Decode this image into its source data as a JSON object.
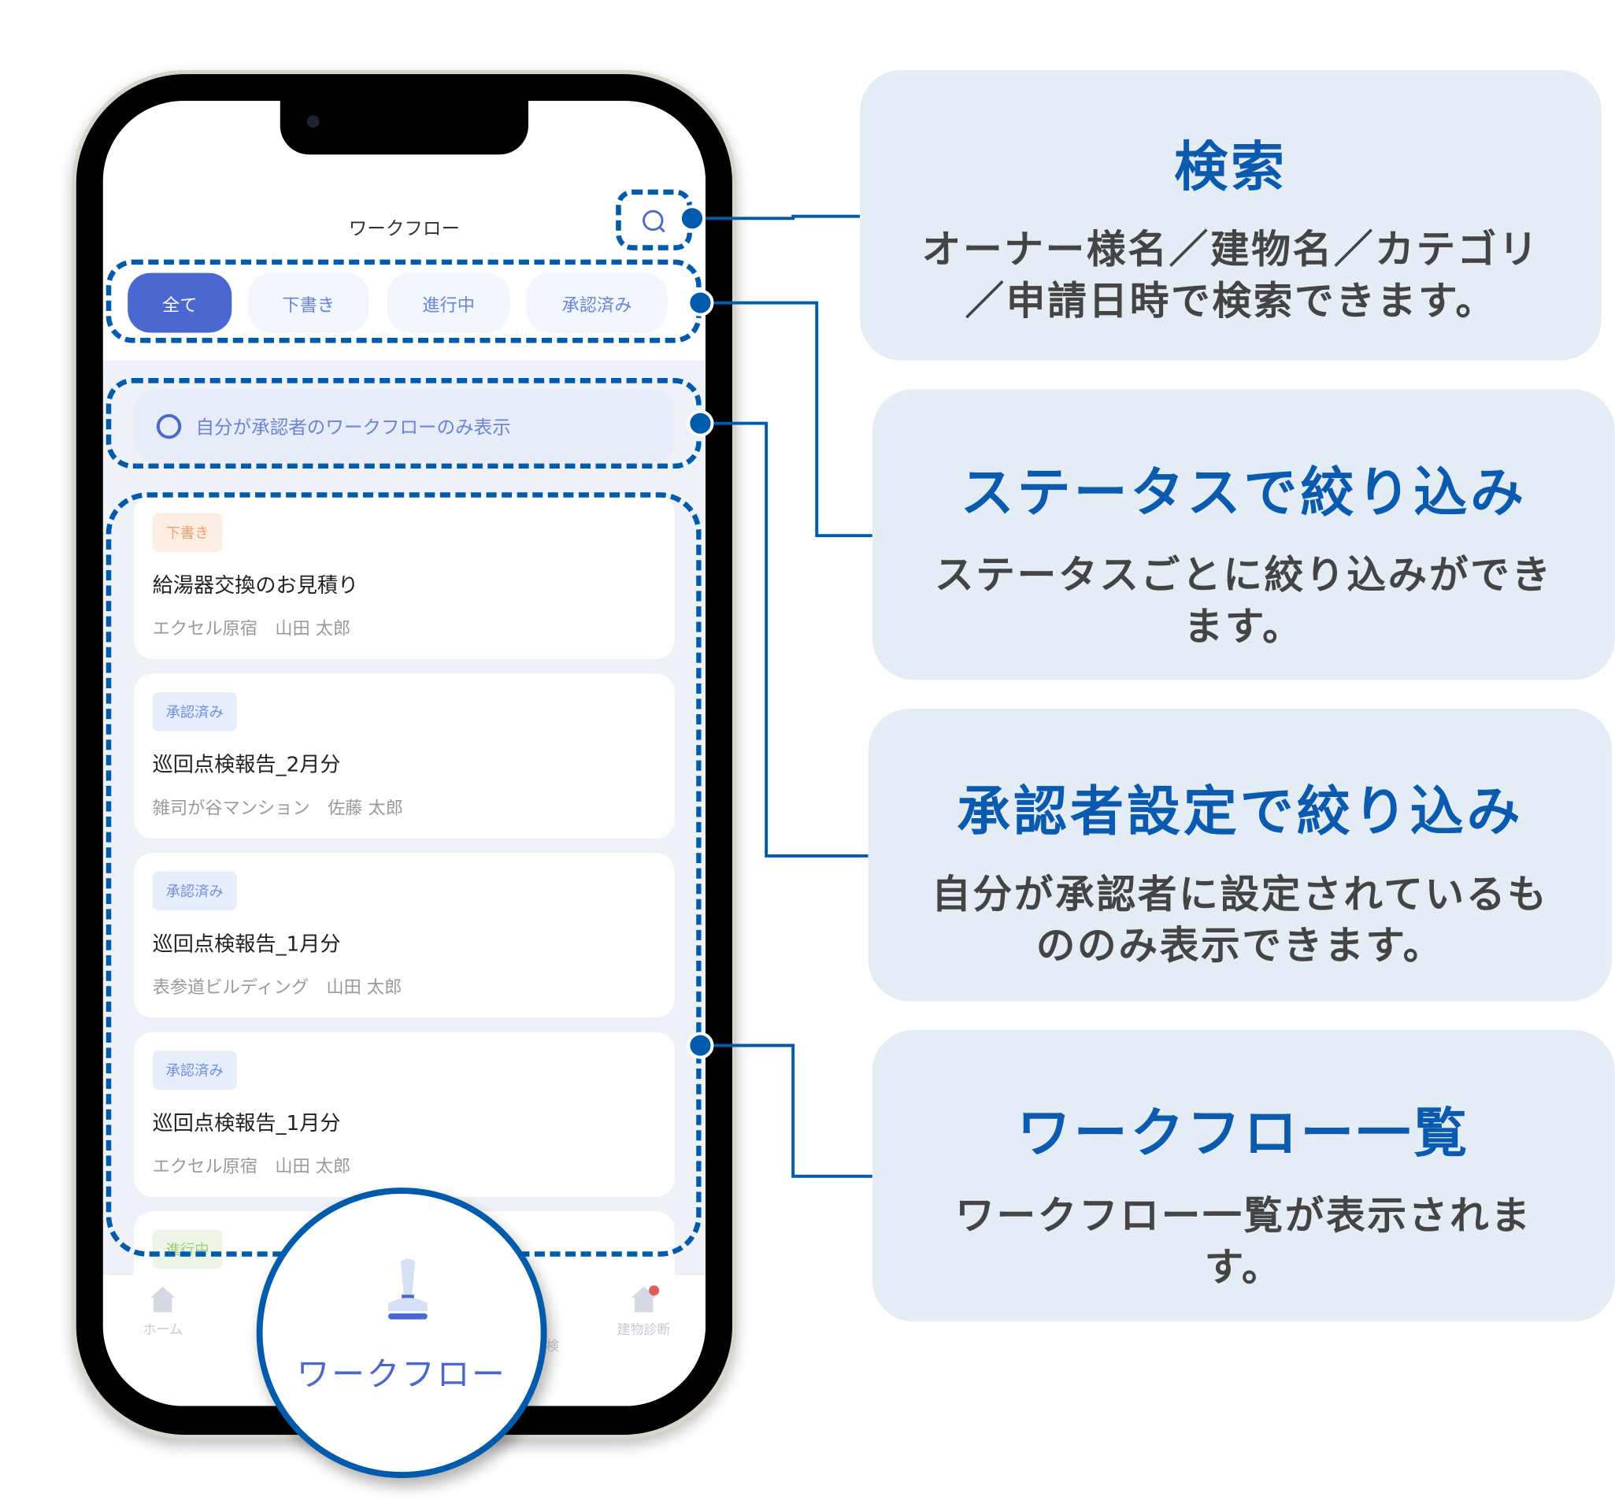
{
  "header": {
    "title": "ワークフロー",
    "search_icon": "search-icon"
  },
  "tabs": [
    {
      "label": "全て",
      "active": true
    },
    {
      "label": "下書き"
    },
    {
      "label": "進行中"
    },
    {
      "label": "承認済み"
    }
  ],
  "filter": {
    "label": "自分が承認者のワークフローのみ表示",
    "checked": false
  },
  "cards": [
    {
      "status": "下書き",
      "title": "給湯器交換のお見積り",
      "meta": "エクセル原宿　山田 太郎"
    },
    {
      "status": "承認済み",
      "title": "巡回点検報告_2月分",
      "meta": "雑司が谷マンション　佐藤 太郎"
    },
    {
      "status": "承認済み",
      "title": "巡回点検報告_1月分",
      "meta": "表参道ビルディング　山田 太郎"
    },
    {
      "status": "承認済み",
      "title": "巡回点検報告_1月分",
      "meta": "エクセル原宿　山田 太郎"
    },
    {
      "status": "進行中"
    }
  ],
  "tabbar": {
    "home": "ホーム",
    "workflow": "ワークフロー",
    "partial": "検",
    "diagnosis": "建物診断"
  },
  "callouts": [
    {
      "title": "検索",
      "body": "オーナー様名／建物名／カテゴリ／申請日時で検索できます。"
    },
    {
      "title": "ステータスで絞り込み",
      "body": "ステータスごとに絞り込みができます。"
    },
    {
      "title": "承認者設定で絞り込み",
      "body": "自分が承認者に設定されているもののみ表示できます。"
    },
    {
      "title": "ワークフロー一覧",
      "body": "ワークフロー一覧が表示されます。"
    }
  ],
  "colors": {
    "accent": "#005bac",
    "primary": "#4a68d0",
    "callout_bg": "#e4ecf6"
  }
}
